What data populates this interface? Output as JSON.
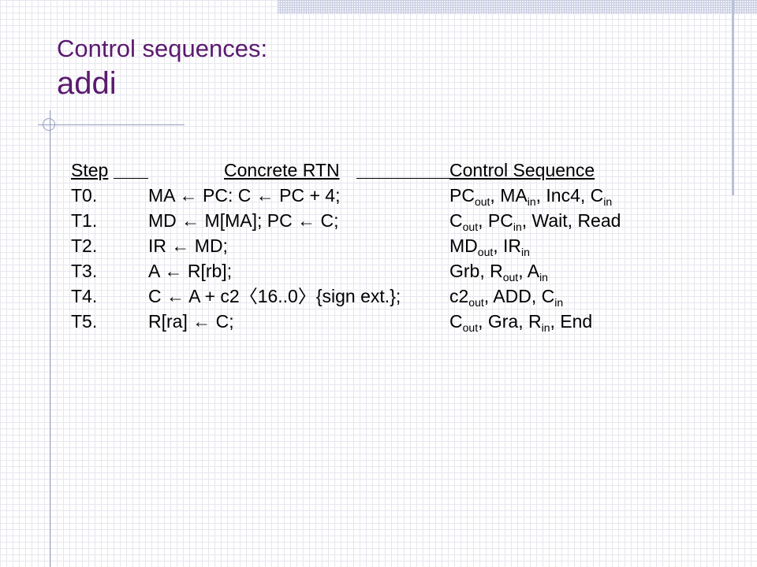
{
  "slide": {
    "title_line1": "Control sequences:",
    "title_line2": "addi"
  },
  "table": {
    "headers": {
      "step": "Step",
      "rtn": "Concrete RTN",
      "control": "Control Sequence"
    },
    "rows": [
      {
        "step": "T0.",
        "rtn": "MA ← PC: C ← PC + 4;",
        "control": [
          {
            "t": "PC"
          },
          {
            "t": "out",
            "sub": true
          },
          {
            "t": ", MA"
          },
          {
            "t": "in",
            "sub": true
          },
          {
            "t": ", Inc4, C"
          },
          {
            "t": "in",
            "sub": true
          }
        ]
      },
      {
        "step": "T1.",
        "rtn": "MD ← M[MA]; PC ← C;",
        "control": [
          {
            "t": "C"
          },
          {
            "t": "out",
            "sub": true
          },
          {
            "t": ", PC"
          },
          {
            "t": "in",
            "sub": true
          },
          {
            "t": ", Wait, Read"
          }
        ]
      },
      {
        "step": "T2.",
        "rtn": "IR ← MD;",
        "control": [
          {
            "t": "MD"
          },
          {
            "t": "out",
            "sub": true
          },
          {
            "t": ", IR"
          },
          {
            "t": "in",
            "sub": true
          }
        ]
      },
      {
        "step": "T3.",
        "rtn": "A ← R[rb];",
        "control": [
          {
            "t": "Grb, R"
          },
          {
            "t": "out",
            "sub": true
          },
          {
            "t": ", A"
          },
          {
            "t": "in",
            "sub": true
          }
        ]
      },
      {
        "step": "T4.",
        "rtn": "C ← A + c2〈16..0〉{sign ext.};",
        "control": [
          {
            "t": "c2"
          },
          {
            "t": "out",
            "sub": true
          },
          {
            "t": ", ADD, C"
          },
          {
            "t": "in",
            "sub": true
          }
        ]
      },
      {
        "step": "T5.",
        "rtn": "R[ra] ← C;",
        "control": [
          {
            "t": "C"
          },
          {
            "t": "out",
            "sub": true
          },
          {
            "t": ", Gra, R"
          },
          {
            "t": "in",
            "sub": true
          },
          {
            "t": ", End"
          }
        ]
      }
    ]
  }
}
